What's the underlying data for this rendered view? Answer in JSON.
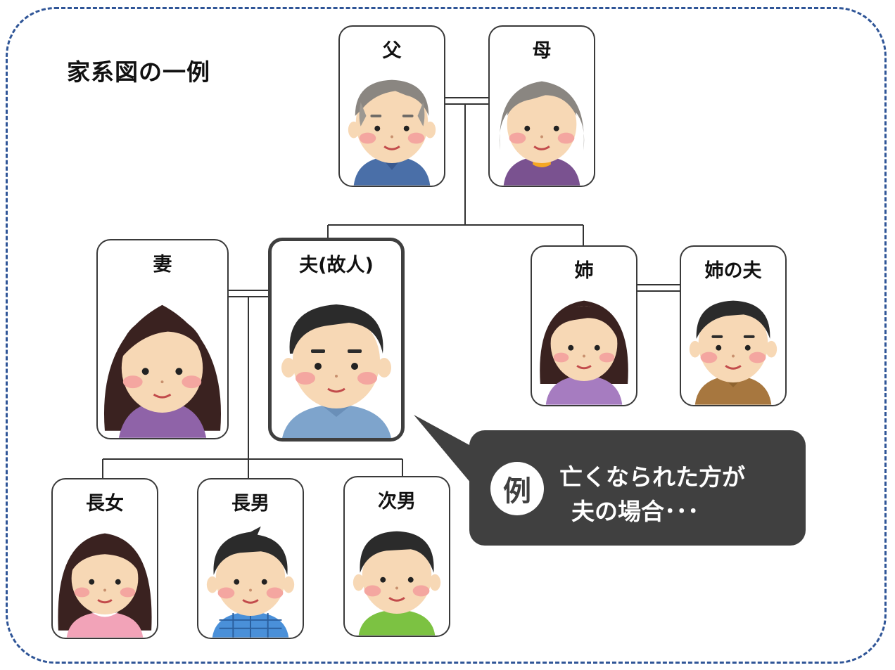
{
  "title": "家系図の一例",
  "members": {
    "father": {
      "label": "父"
    },
    "mother": {
      "label": "母"
    },
    "wife": {
      "label": "妻"
    },
    "husband": {
      "label": "夫(故人)"
    },
    "sister": {
      "label": "姉"
    },
    "sister_husband": {
      "label": "姉の夫"
    },
    "eldest_daughter": {
      "label": "長女"
    },
    "eldest_son": {
      "label": "長男"
    },
    "second_son": {
      "label": "次男"
    }
  },
  "callout": {
    "badge": "例",
    "line1": "亡くなられた方が",
    "line2": "夫の場合･･･"
  },
  "colors": {
    "frame": "#2f5597",
    "callout_bg": "#404040"
  }
}
